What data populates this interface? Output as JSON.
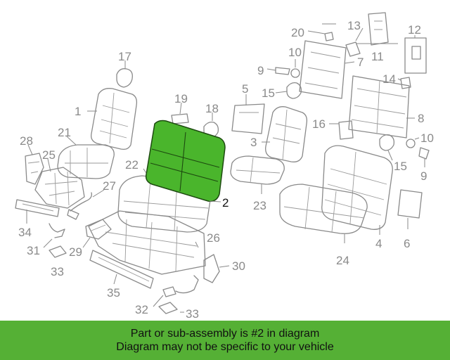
{
  "diagram": {
    "highlighted_part": "2",
    "callouts": [
      "17",
      "19",
      "18",
      "21",
      "28",
      "25",
      "22",
      "27",
      "34",
      "31",
      "33",
      "29",
      "35",
      "26",
      "30",
      "32",
      "33",
      "2",
      "20",
      "13",
      "11",
      "12",
      "10",
      "9",
      "7",
      "14",
      "5",
      "15",
      "8",
      "16",
      "3",
      "10",
      "15",
      "9",
      "23",
      "6",
      "4",
      "24",
      "1"
    ]
  },
  "colors": {
    "highlight": "#4ab52c",
    "banner": "#55b035",
    "line": "#8a8a8a"
  },
  "banner": {
    "line1": "Part or sub-assembly is #2 in diagram",
    "line2": "Diagram may not be specific to your vehicle"
  }
}
